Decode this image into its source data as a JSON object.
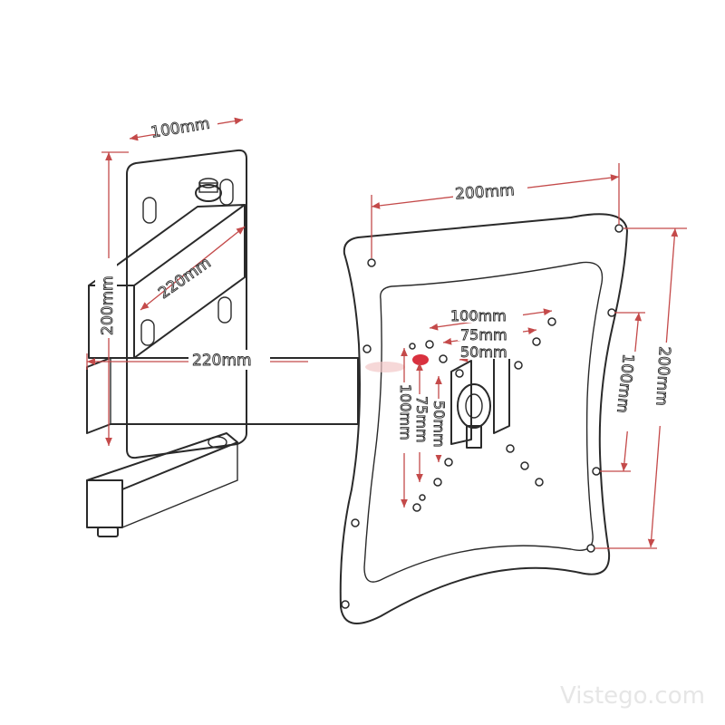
{
  "dimensions": {
    "wall_plate_width": "100mm",
    "wall_plate_height": "200mm",
    "arm_length_upper": "220mm",
    "arm_length_lower": "220mm",
    "vesa_plate_width": "200mm",
    "vesa_plate_height": "200mm",
    "vesa_h_100": "100mm",
    "vesa_h_75": "75mm",
    "vesa_h_50": "50mm",
    "vesa_v_100": "100mm",
    "vesa_v_75": "75mm",
    "vesa_v_50": "50mm",
    "vesa_right_100": "100mm"
  },
  "watermark": "Vistego.com",
  "colors": {
    "line": "#2a2a2a",
    "dimension": "#c44a4a",
    "accent_mark": "#d9313f"
  }
}
